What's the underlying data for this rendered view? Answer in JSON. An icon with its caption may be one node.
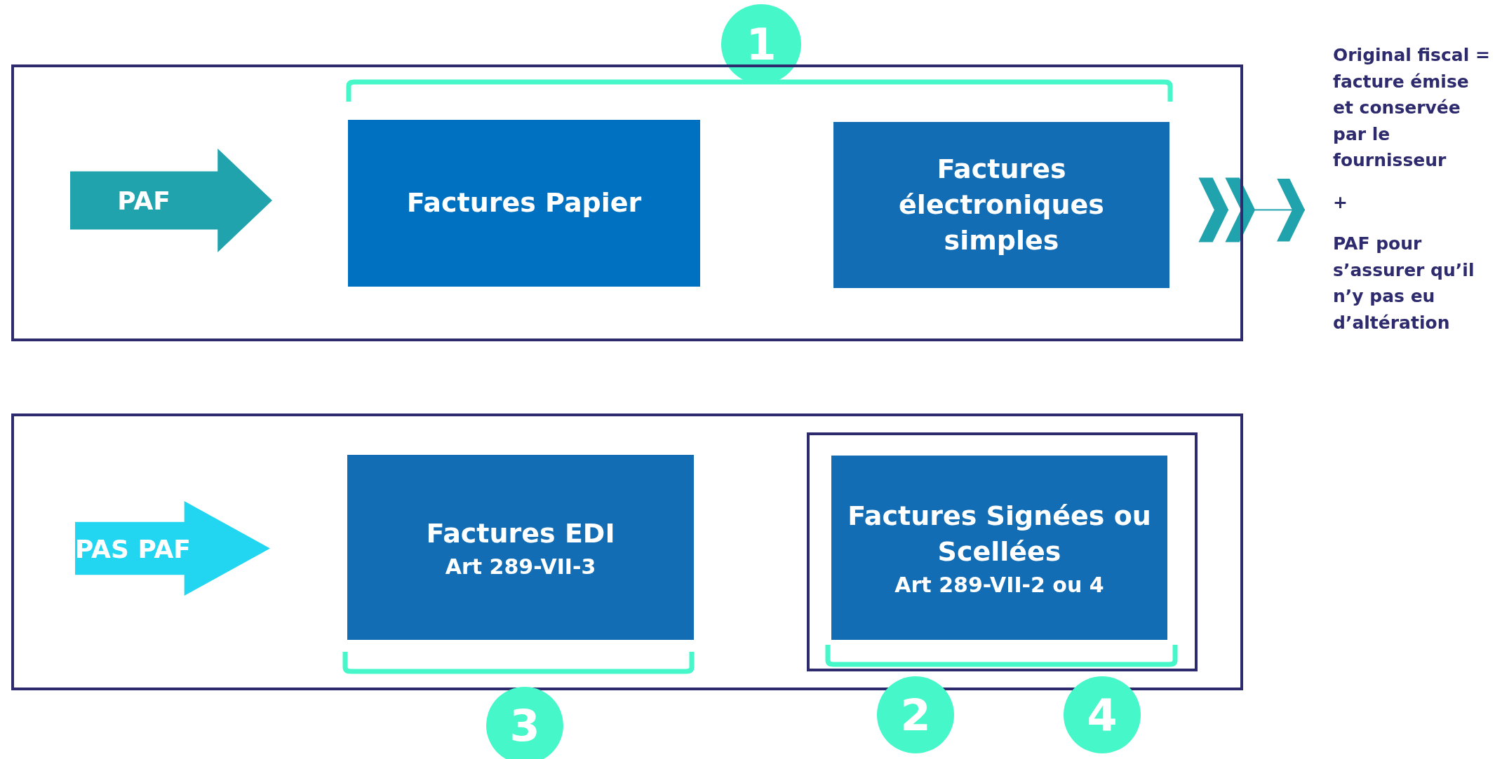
{
  "diagram": {
    "nodes": [
      {
        "text": [
          "1"
        ]
      },
      {
        "text": [],
        "shape": "box"
      },
      {
        "text": [
          "PAF"
        ],
        "in": 1
      },
      {
        "text": [
          "Factures Papier"
        ],
        "in": 1
      },
      {
        "text": [
          "Factures électroniques simples"
        ],
        "in": 1
      },
      {
        "text": [
          "Original fiscal = facture émise et conservée par le fournisseur",
          "+",
          "PAF pour s’assurer qu’il n’y pas eu d’altération"
        ]
      },
      {
        "text": [],
        "shape": "box"
      },
      {
        "text": [
          "PAS PAF"
        ],
        "in": 6
      },
      {
        "text": [
          "Factures EDI",
          "Art 289-VII-3"
        ],
        "in": 6
      },
      {
        "text": [],
        "shape": "box",
        "in": 6
      },
      {
        "text": [
          "Factures Signées ou Scellées",
          "Art 289-VII-2 ou 4"
        ],
        "in": 9
      },
      {
        "text": [
          "3"
        ]
      },
      {
        "text": [
          "2"
        ]
      },
      {
        "text": [
          "4"
        ]
      }
    ],
    "edges": [
      {
        "from": 1,
        "to": 5,
        "arrow": "to"
      }
    ]
  }
}
